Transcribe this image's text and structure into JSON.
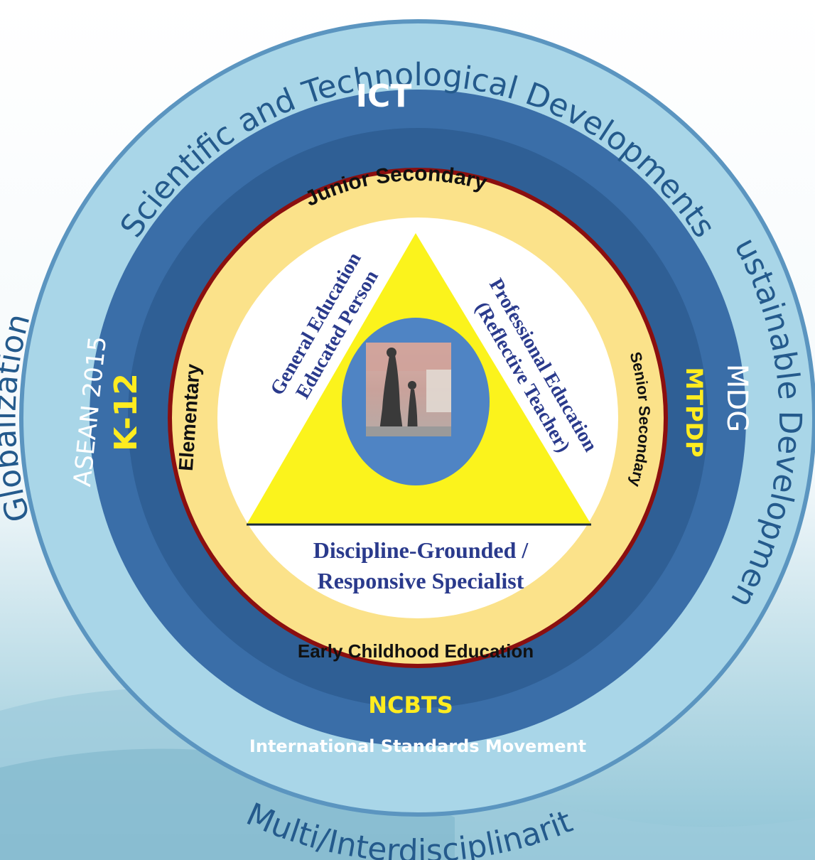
{
  "outer_ring": {
    "top": "Scientific and Technological Developments",
    "left": "Globalization",
    "right": "Sustainable Development",
    "bottom": "Multi/Interdisciplinarity"
  },
  "policy_ring": {
    "top": "ICT",
    "left_outer": "ASEAN 2015",
    "left_inner": "K-12",
    "right_outer": "MDG",
    "right_inner": "MTPDP",
    "bottom_inner": "NCBTS",
    "bottom_outer": "International Standards Movement"
  },
  "levels": {
    "top": "Junior Secondary",
    "left": "Elementary",
    "right": "Senior Secondary",
    "bottom": "Early Childhood Education"
  },
  "triangle": {
    "left_line1": "General Education",
    "left_line2": "Educated Person",
    "right_line1": "Professional Education",
    "right_line2": "(Reflective  Teacher)",
    "base_line1": "Discipline-Grounded /",
    "base_line2": "Responsive Specialist"
  },
  "center_photo": {
    "icon": "mother-and-child-statue-photo"
  },
  "colors": {
    "outer_ring": "#a9d6e8",
    "policy_ring": "#3a6ea8",
    "policy_ring_dark": "#2c5689",
    "level_ring": "#fbe28a",
    "border_red": "#8b0f0f",
    "triangle": "#fbf31c",
    "photo_ring": "#4f84c4"
  }
}
